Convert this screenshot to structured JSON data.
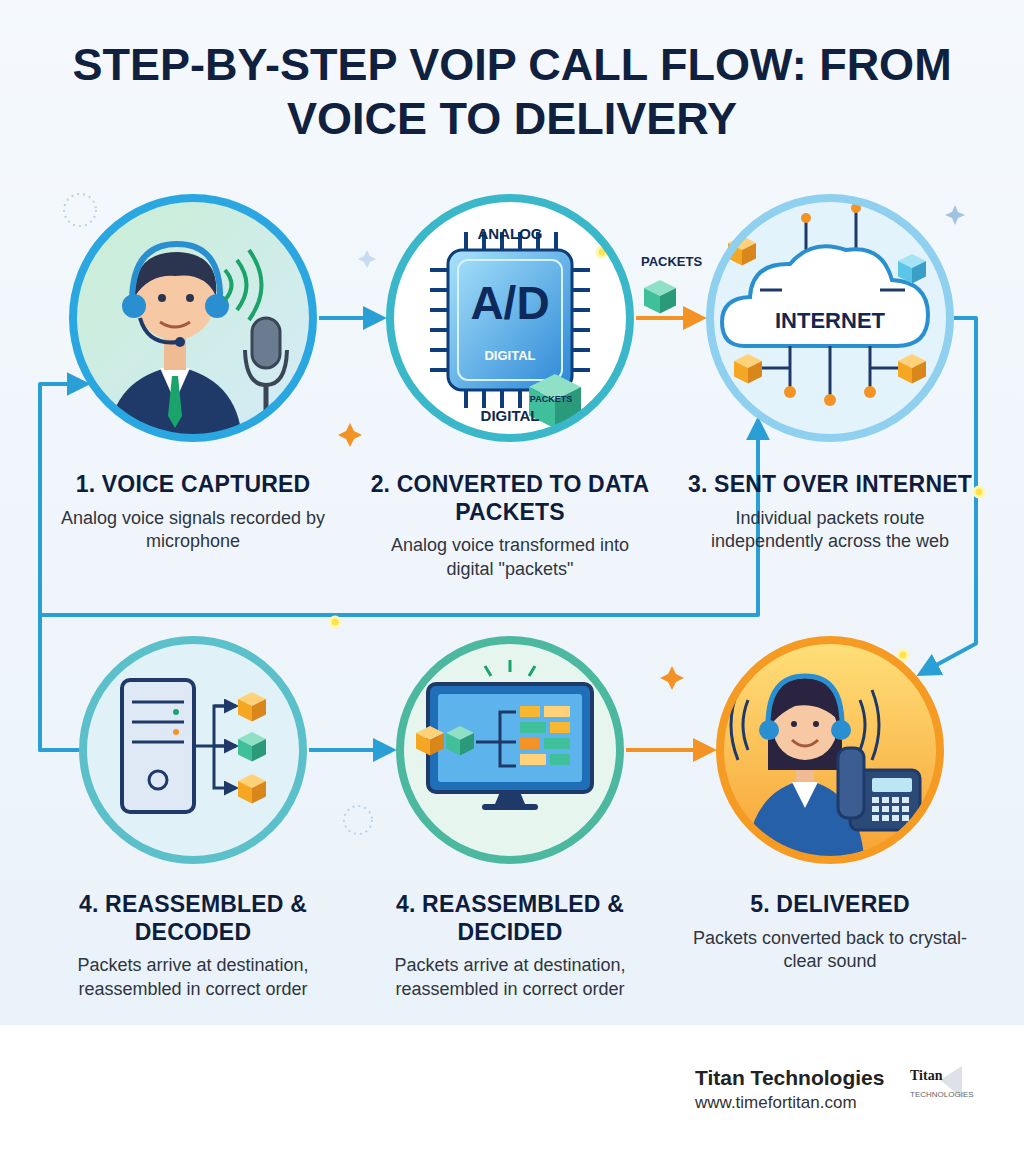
{
  "diagram": {
    "title": "STEP-BY-STEP VOIP CALL FLOW: FROM VOICE TO DELIVERY",
    "nodes": [
      {
        "text": [
          "1. VOICE CAPTURED",
          "Analog voice signals recorded by microphone"
        ]
      },
      {
        "text": [
          "ANALOG",
          "A/D",
          "DIGITAL",
          "DIGITAL",
          "PACKETS",
          "2. CONVERTED TO DATA PACKETS",
          "Analog voice transformed into digital \"packets\""
        ]
      },
      {
        "text": [
          "INTERNET",
          "3. SENT OVER INTERNET",
          "Individual packets route independently across the web"
        ]
      },
      {
        "text": [
          "4. REASSEMBLED & DECODED",
          "Packets arrive at destination, reassembled in correct order"
        ]
      },
      {
        "text": [
          "4. REASSEMBLED & DECIDED",
          "Packets arrive at destination, reassembled in correct order"
        ]
      },
      {
        "text": [
          "5. DELIVERED",
          "Packets converted back to crystal-clear sound"
        ]
      }
    ],
    "edges": [
      {
        "from": 0,
        "to": 1,
        "arrow": "to"
      },
      {
        "from": 1,
        "to": 2,
        "arrow": "to"
      },
      {
        "from": 2,
        "to": 5,
        "arrow": "to"
      },
      {
        "from": 3,
        "to": 4,
        "arrow": "to"
      },
      {
        "from": 4,
        "to": 5,
        "arrow": "to"
      },
      {
        "from": 3,
        "to": 0,
        "arrow": "to"
      },
      {
        "from": 3,
        "to": 2,
        "arrow": "to"
      }
    ],
    "labels": [
      "PACKETS",
      "Titan Technologies",
      "www.timefortitan.com",
      "Titan",
      "TECHNOLOGIES"
    ]
  }
}
